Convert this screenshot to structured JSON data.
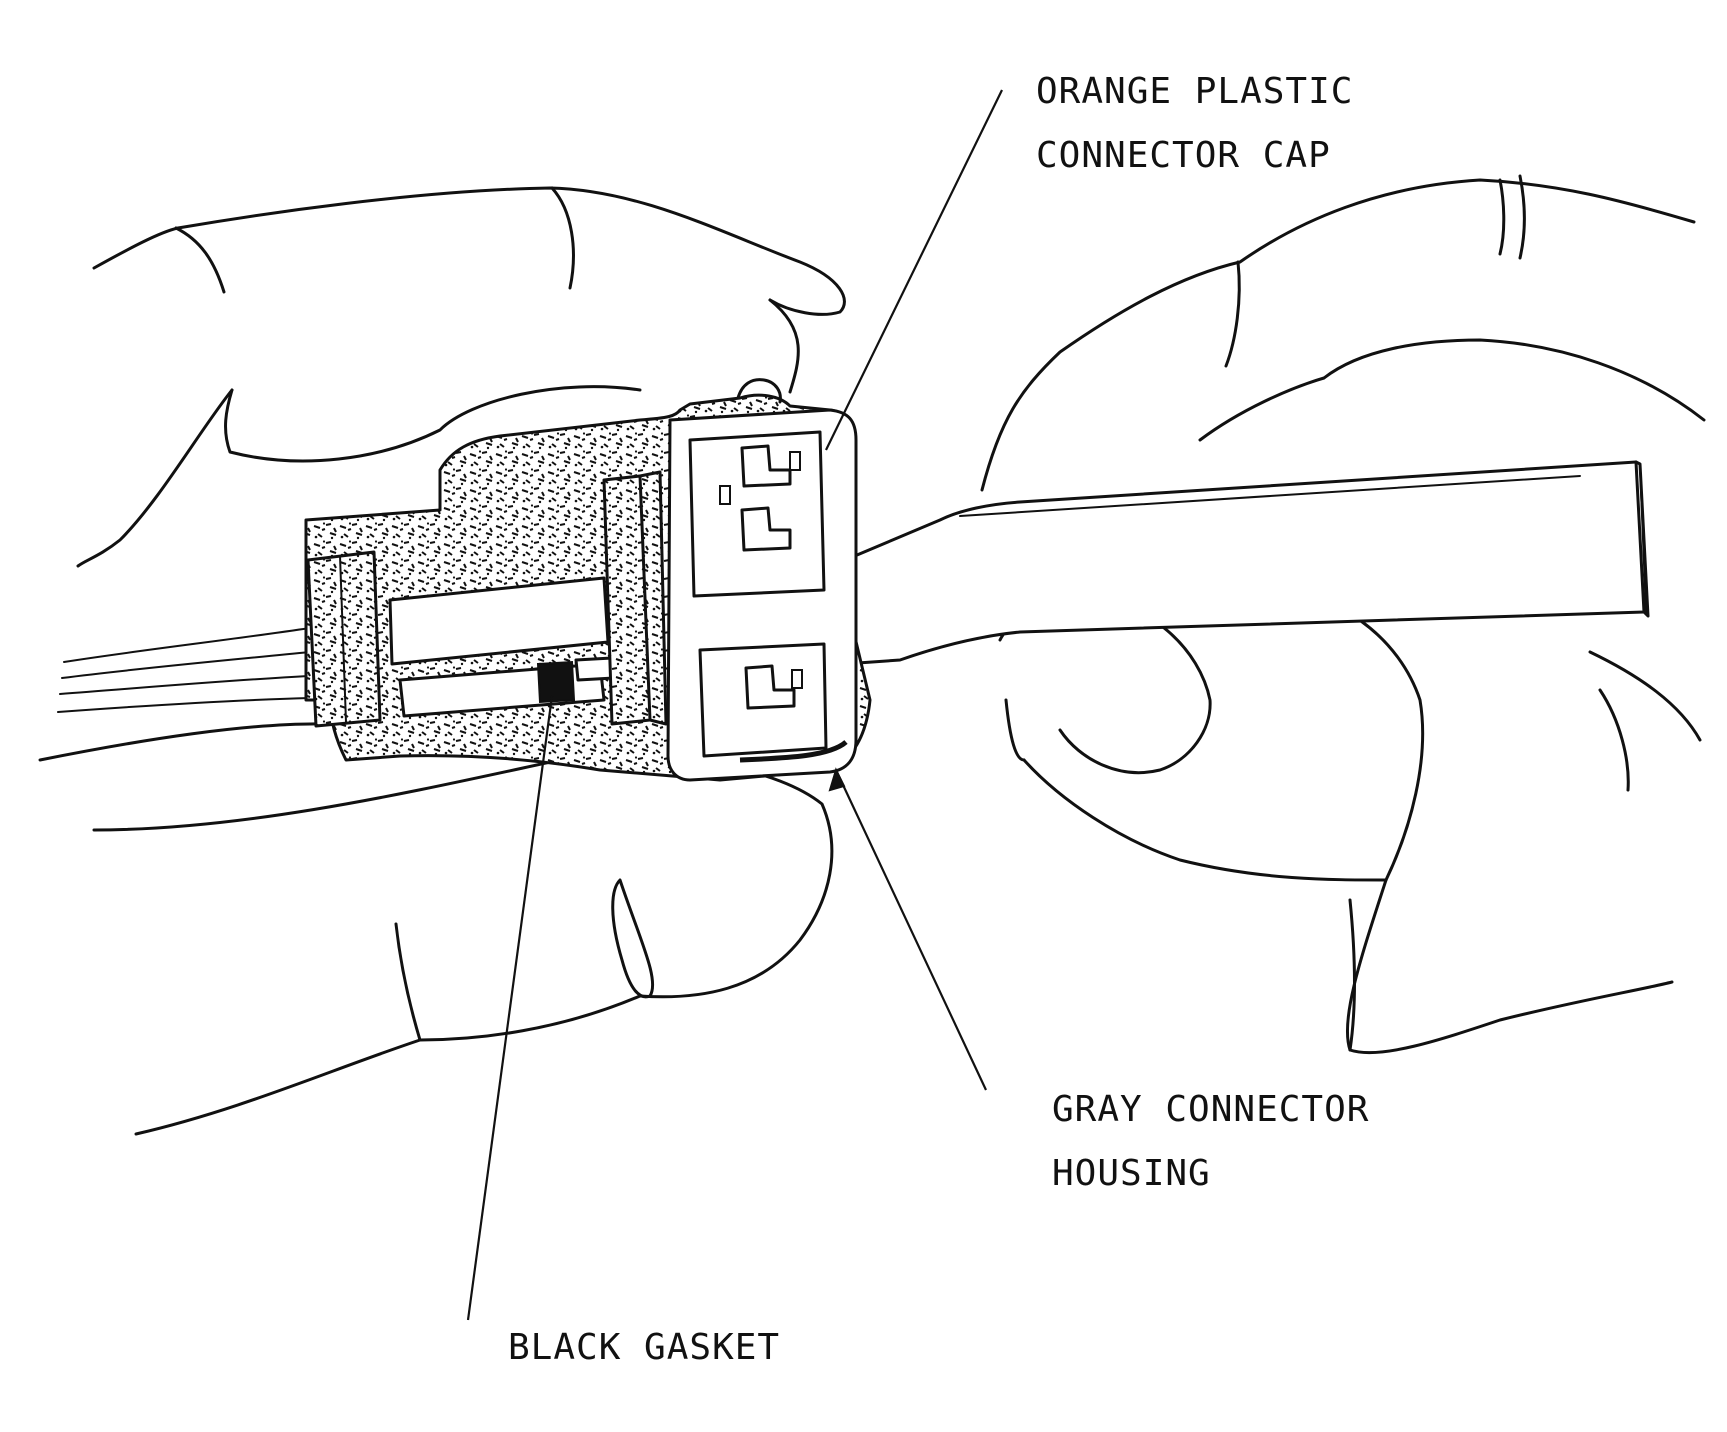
{
  "figure": {
    "labels": {
      "orange_cap": [
        "ORANGE PLASTIC",
        "CONNECTOR CAP"
      ],
      "gray_housing": [
        "GRAY CONNECTOR",
        "HOUSING"
      ],
      "black_gasket": [
        "BLACK GASKET"
      ]
    },
    "icons": [
      "left-hand-icon",
      "right-hand-icon",
      "wire-harness-icon",
      "connector-icon",
      "pry-tool-icon"
    ],
    "ink_color": "#111111",
    "background_color": "#ffffff"
  }
}
